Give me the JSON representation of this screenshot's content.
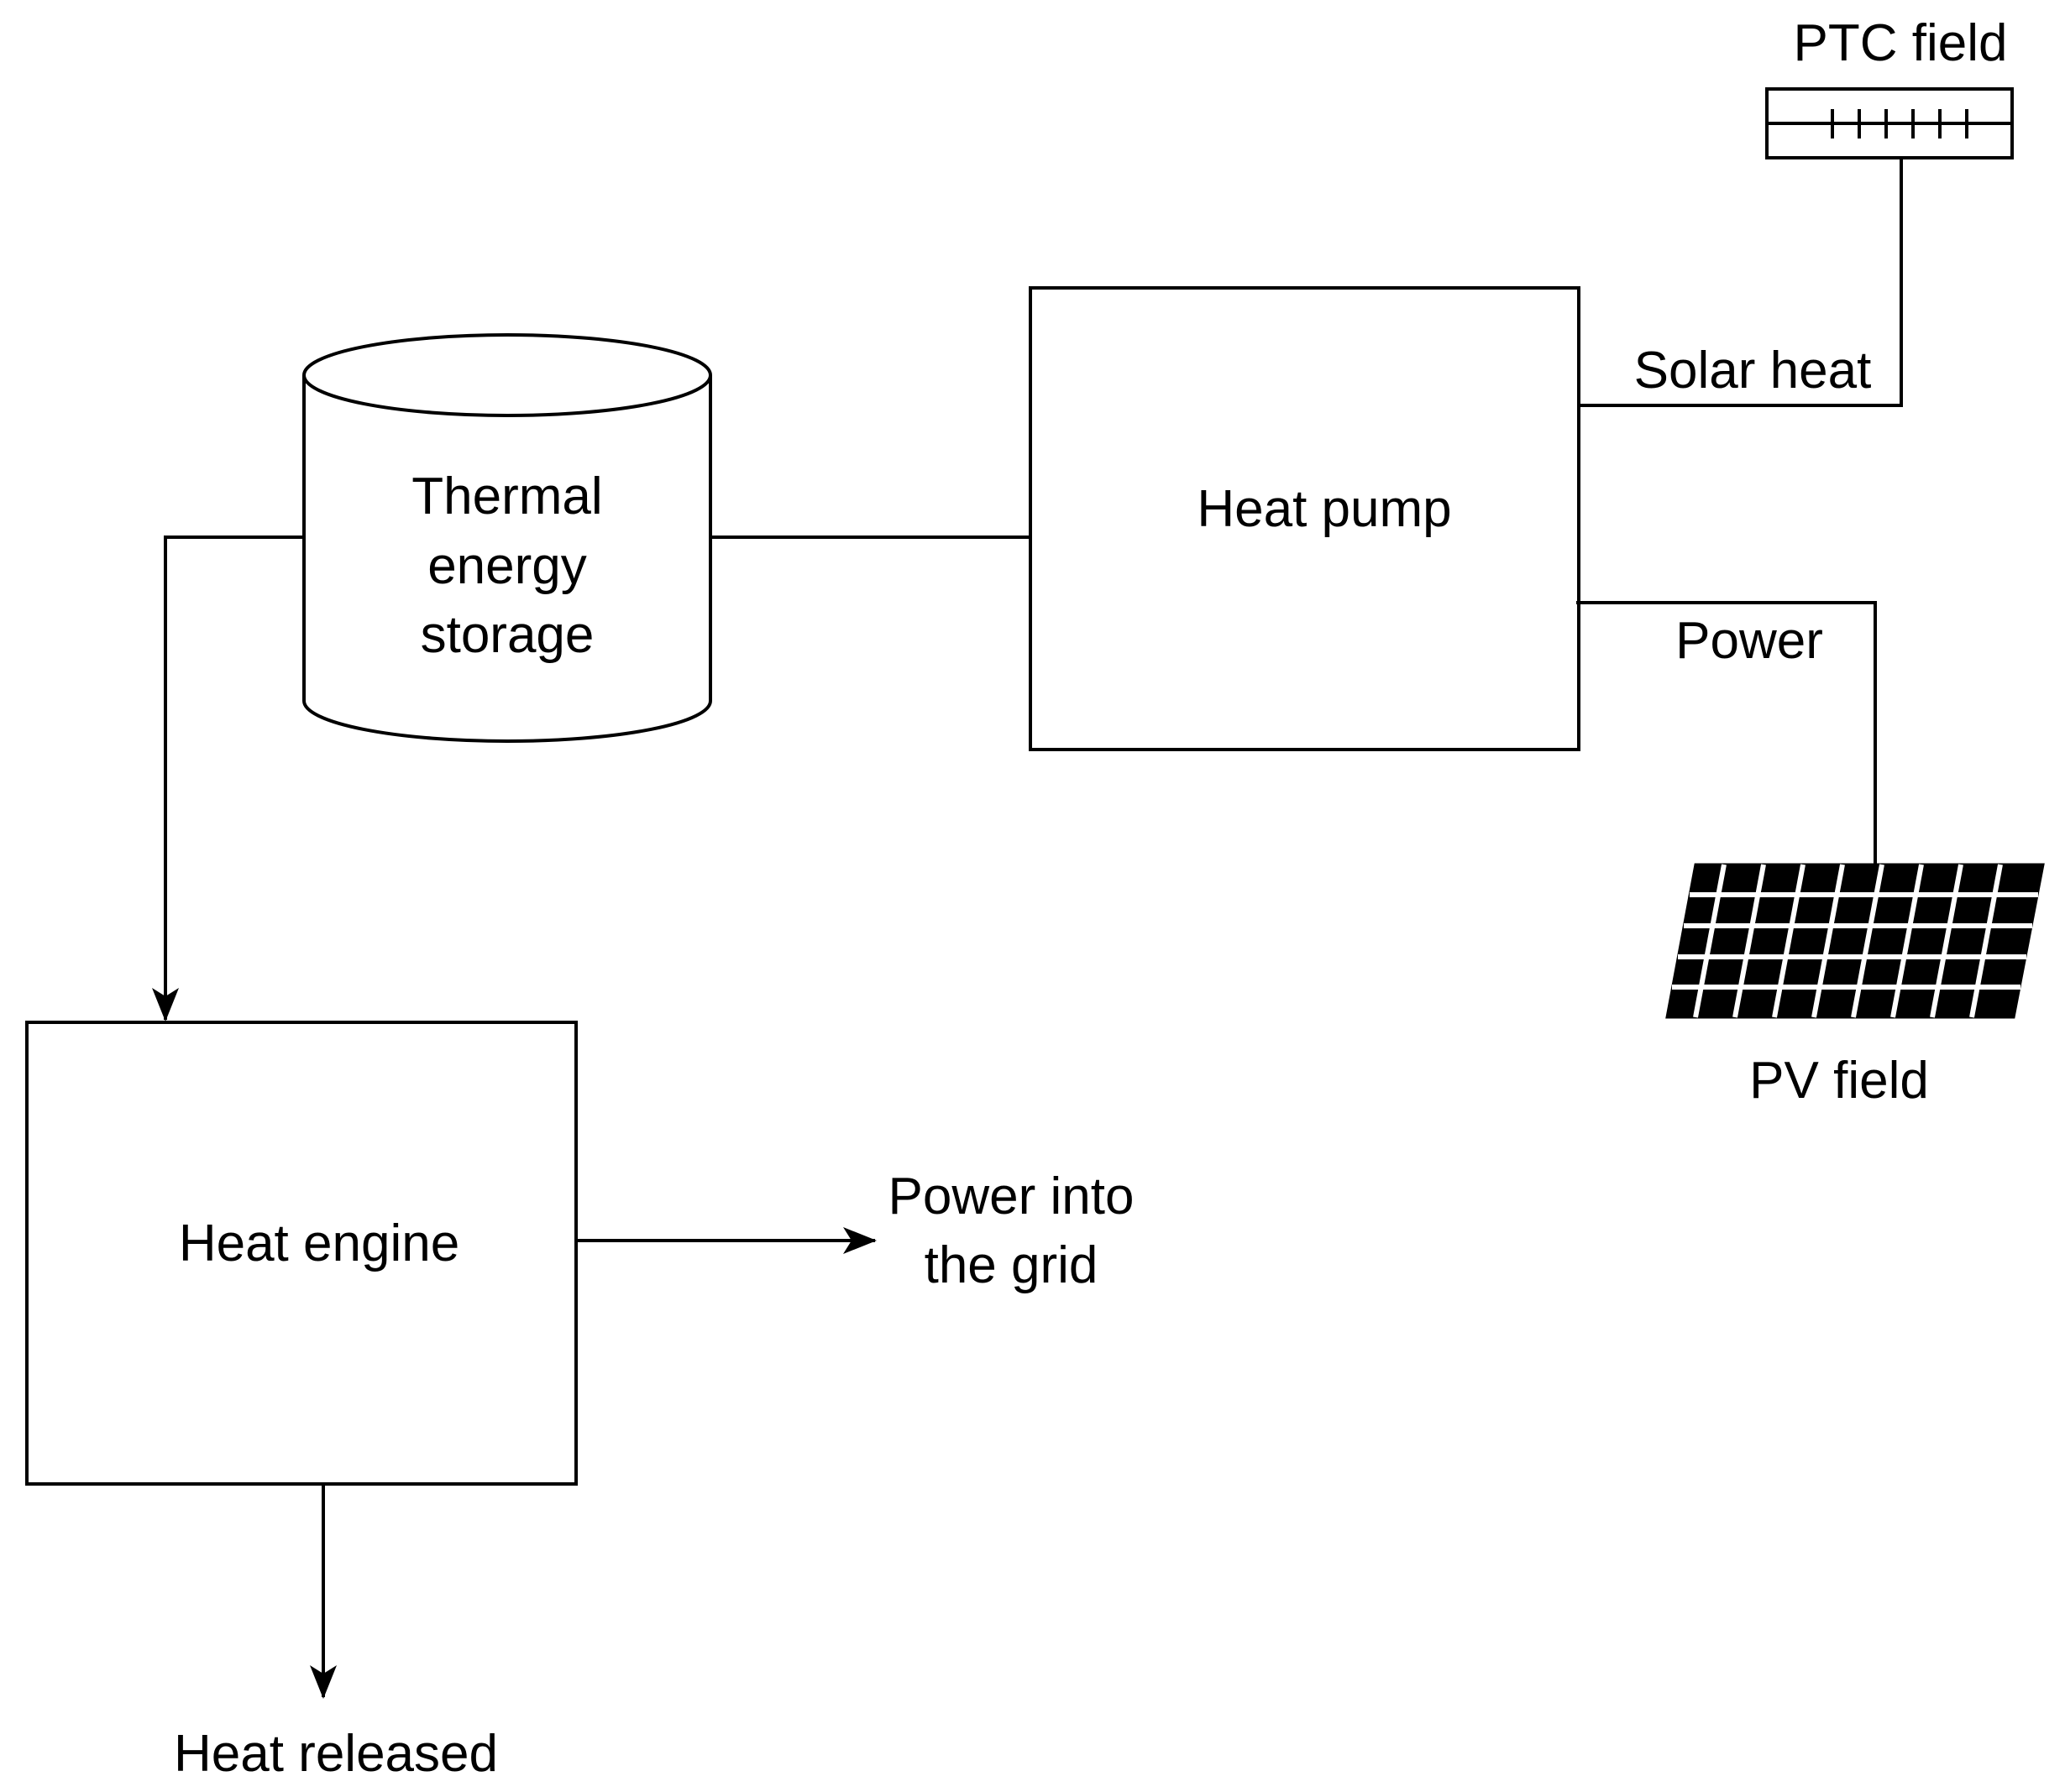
{
  "labels": {
    "ptc_field": "PTC field",
    "solar_heat": "Solar heat",
    "heat_pump": "Heat pump",
    "power": "Power",
    "pv_field": "PV field",
    "storage_line1": "Thermal",
    "storage_line2": "energy",
    "storage_line3": "storage",
    "heat_engine": "Heat engine",
    "grid_line1": "Power into",
    "grid_line2": "the grid",
    "heat_released": "Heat released"
  },
  "colors": {
    "stroke": "#000000",
    "background": "#ffffff",
    "pv_panel": "#000000"
  },
  "icons": {
    "ptc": "ptc-collector-icon",
    "pv": "pv-panel-icon",
    "storage": "storage-tank-icon"
  }
}
